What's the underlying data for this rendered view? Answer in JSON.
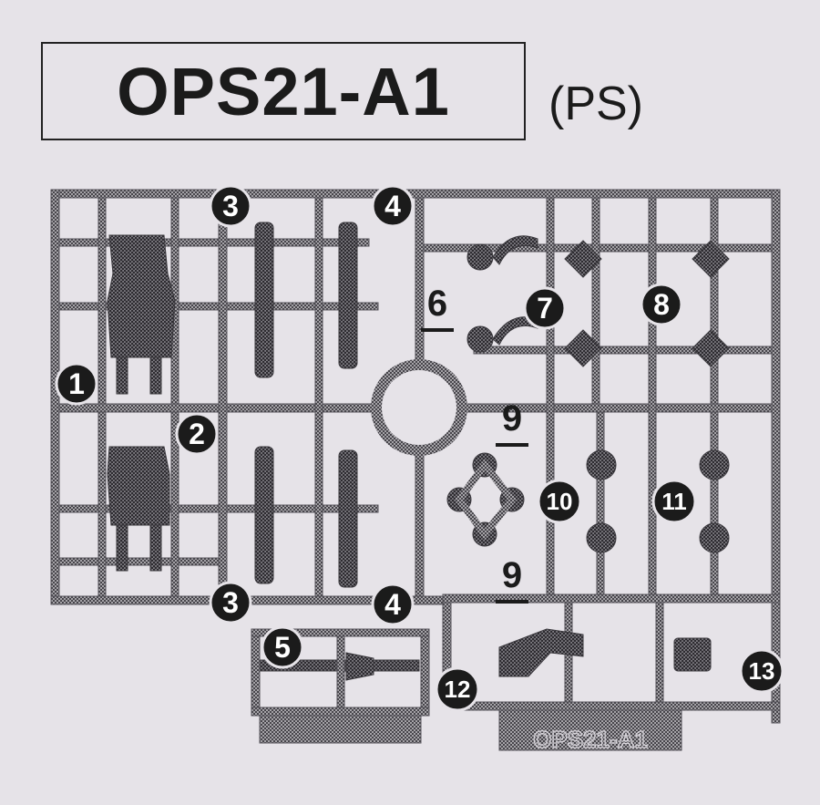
{
  "header": {
    "title": "OPS21-A1",
    "suffix": "(PS)"
  },
  "runner": {
    "stamp": "OPS21-A1",
    "colors": {
      "background": "#e6e3e8",
      "runner": "#8a888d",
      "ink": "#1b1b1b"
    }
  },
  "part_markers": [
    {
      "label": "1",
      "underlined": false
    },
    {
      "label": "2",
      "underlined": false
    },
    {
      "label": "3",
      "underlined": false
    },
    {
      "label": "3",
      "underlined": false
    },
    {
      "label": "4",
      "underlined": false
    },
    {
      "label": "4",
      "underlined": false
    },
    {
      "label": "5",
      "underlined": false
    },
    {
      "label": "6",
      "underlined": true
    },
    {
      "label": "7",
      "underlined": false
    },
    {
      "label": "8",
      "underlined": false
    },
    {
      "label": "9",
      "underlined": true
    },
    {
      "label": "9",
      "underlined": true
    },
    {
      "label": "10",
      "underlined": false
    },
    {
      "label": "11",
      "underlined": false
    },
    {
      "label": "12",
      "underlined": false
    },
    {
      "label": "13",
      "underlined": false
    }
  ]
}
